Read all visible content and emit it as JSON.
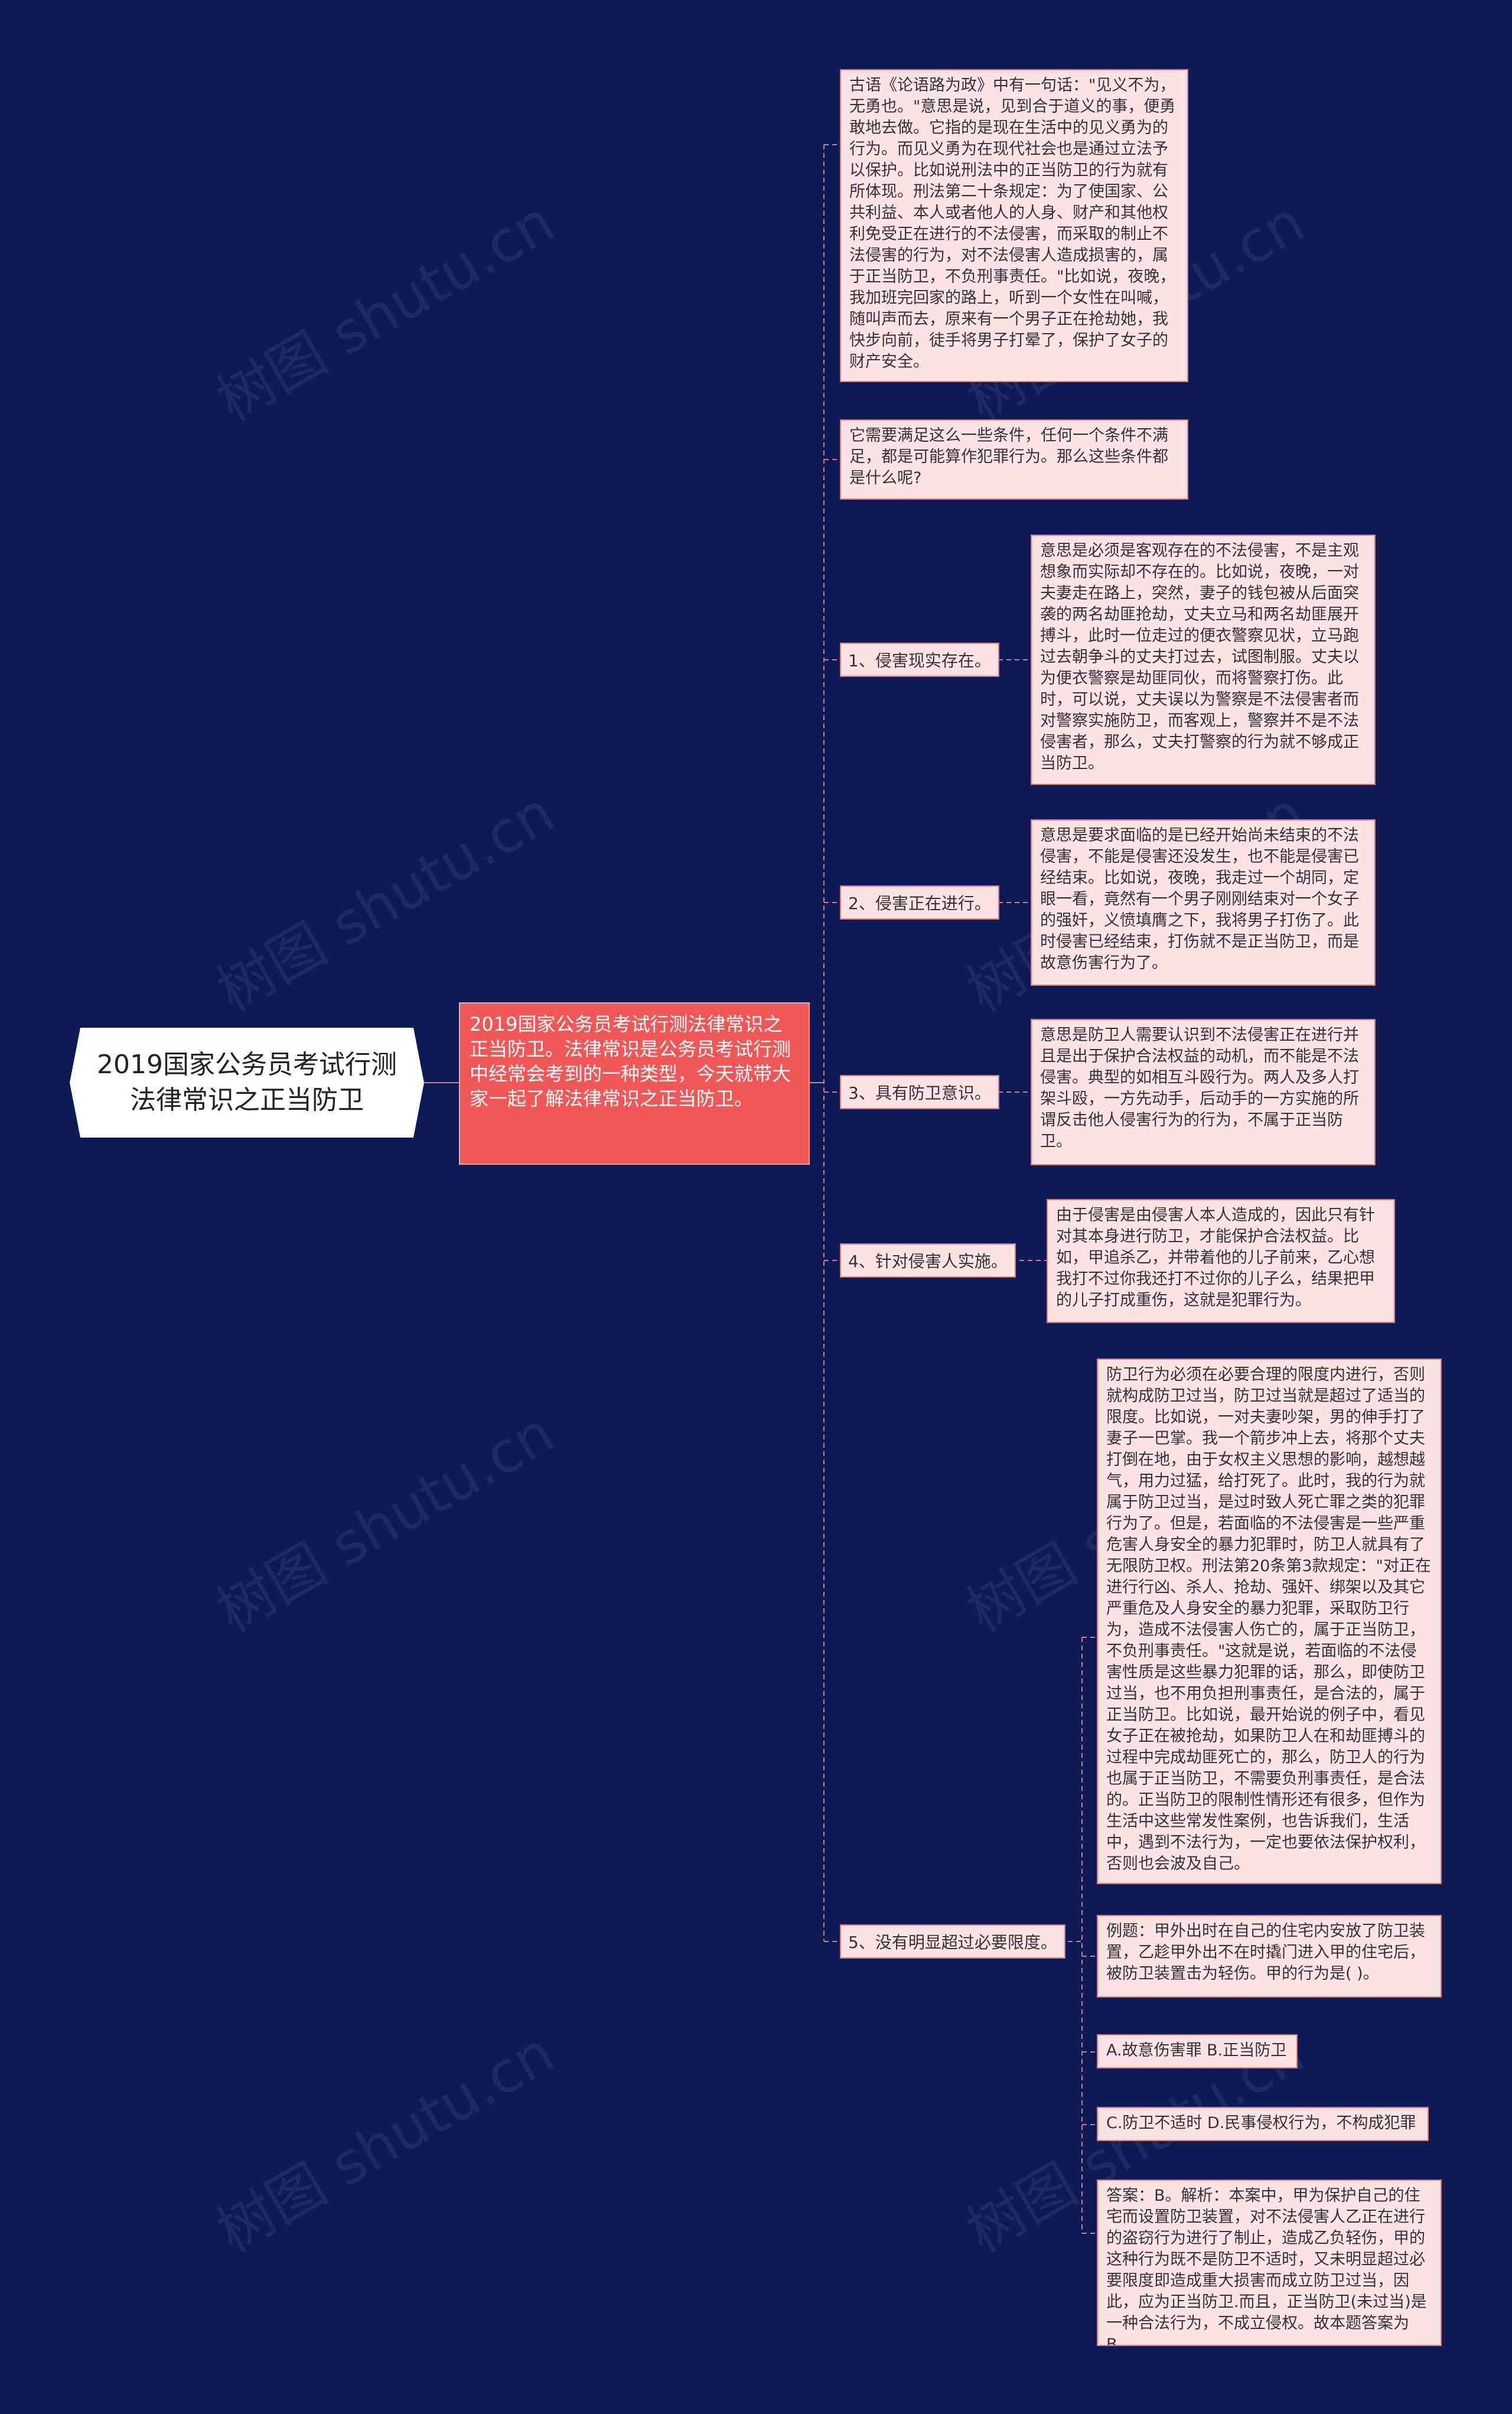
{
  "root": {
    "title": "2019国家公务员考试行测法律常识之正当防卫"
  },
  "hub": {
    "text": "2019国家公务员考试行测法律常识之正当防卫。法律常识是公务员考试行测中经常会考到的一种类型，今天就带大家一起了解法律常识之正当防卫。"
  },
  "intro_notes": [
    "古语《论语路为政》中有一句话：\"见义不为，无勇也。\"意思是说，见到合于道义的事，便勇敢地去做。它指的是现在生活中的见义勇为的行为。而见义勇为在现代社会也是通过立法予以保护。比如说刑法中的正当防卫的行为就有所体现。刑法第二十条规定：为了使国家、公共利益、本人或者他人的人身、财产和其他权利免受正在进行的不法侵害，而采取的制止不法侵害的行为，对不法侵害人造成损害的，属于正当防卫，不负刑事责任。\"比如说，夜晚，我加班完回家的路上，听到一个女性在叫喊，随叫声而去，原来有一个男子正在抢劫她，我快步向前，徒手将男子打晕了，保护了女子的财产安全。",
    "它需要满足这么一些条件，任何一个条件不满足，都是可能算作犯罪行为。那么这些条件都是什么呢?"
  ],
  "branches": [
    {
      "label": "1、侵害现实存在。",
      "detail": "意思是必须是客观存在的不法侵害，不是主观想象而实际却不存在的。比如说，夜晚，一对夫妻走在路上，突然，妻子的钱包被从后面突袭的两名劫匪抢劫，丈夫立马和两名劫匪展开搏斗，此时一位走过的便衣警察见状，立马跑过去朝争斗的丈夫打过去，试图制服。丈夫以为便衣警察是劫匪同伙，而将警察打伤。此时，可以说，丈夫误以为警察是不法侵害者而对警察实施防卫，而客观上，警察并不是不法侵害者，那么，丈夫打警察的行为就不够成正当防卫。"
    },
    {
      "label": "2、侵害正在进行。",
      "detail": "意思是要求面临的是已经开始尚未结束的不法侵害，不能是侵害还没发生，也不能是侵害已经结束。比如说，夜晚，我走过一个胡同，定眼一看，竟然有一个男子刚刚结束对一个女子的强奸，义愤填膺之下，我将男子打伤了。此时侵害已经结束，打伤就不是正当防卫，而是故意伤害行为了。"
    },
    {
      "label": "3、具有防卫意识。",
      "detail": "意思是防卫人需要认识到不法侵害正在进行并且是出于保护合法权益的动机，而不能是不法侵害。典型的如相互斗殴行为。两人及多人打架斗殴，一方先动手，后动手的一方实施的所谓反击他人侵害行为的行为，不属于正当防卫。"
    },
    {
      "label": "4、针对侵害人实施。",
      "detail": "由于侵害是由侵害人本人造成的，因此只有针对其本身进行防卫，才能保护合法权益。比如，甲追杀乙，并带着他的儿子前来，乙心想我打不过你我还打不过你的儿子么，结果把甲的儿子打成重伤，这就是犯罪行为。"
    },
    {
      "label": "5、没有明显超过必要限度。",
      "detail": "防卫行为必须在必要合理的限度内进行，否则就构成防卫过当，防卫过当就是超过了适当的限度。比如说，一对夫妻吵架，男的伸手打了妻子一巴掌。我一个箭步冲上去，将那个丈夫打倒在地，由于女权主义思想的影响，越想越气，用力过猛，给打死了。此时，我的行为就属于防卫过当，是过时致人死亡罪之类的犯罪行为了。但是，若面临的不法侵害是一些严重危害人身安全的暴力犯罪时，防卫人就具有了无限防卫权。刑法第20条第3款规定：\"对正在进行行凶、杀人、抢劫、强奸、绑架以及其它严重危及人身安全的暴力犯罪，采取防卫行为，造成不法侵害人伤亡的，属于正当防卫，不负刑事责任。\"这就是说，若面临的不法侵害性质是这些暴力犯罪的话，那么，即使防卫过当，也不用负担刑事责任，是合法的，属于正当防卫。比如说，最开始说的例子中，看见女子正在被抢劫，如果防卫人在和劫匪搏斗的过程中完成劫匪死亡的，那么，防卫人的行为也属于正当防卫，不需要负刑事责任，是合法的。正当防卫的限制性情形还有很多，但作为生活中这些常发性案例，也告诉我们，生活中，遇到不法行为，一定也要依法保护权利，否则也会波及自己。",
      "extras": [
        "例题：甲外出时在自己的住宅内安放了防卫装置，乙趁甲外出不在时撬门进入甲的住宅后，被防卫装置击为轻伤。甲的行为是( )。",
        "A.故意伤害罪 B.正当防卫",
        "C.防卫不适时 D.民事侵权行为，不构成犯罪",
        "答案：B。解析：本案中，甲为保护自己的住宅而设置防卫装置，对不法侵害人乙正在进行的盗窃行为进行了制止，造成乙负轻伤，甲的这种行为既不是防卫不适时，又未明显超过必要限度即造成重大损害而成立防卫过当，因此，应为正当防卫.而且，正当防卫(未过当)是一种合法行为，不成立侵权。故本题答案为B。"
      ]
    }
  ],
  "watermark": "树图 shutu.cn",
  "colors": {
    "background": "#0c1a55",
    "hub_fill": "#f25757",
    "note_fill": "#fde3e3",
    "note_border": "#e07a7a",
    "connector": "#e07a7a"
  }
}
